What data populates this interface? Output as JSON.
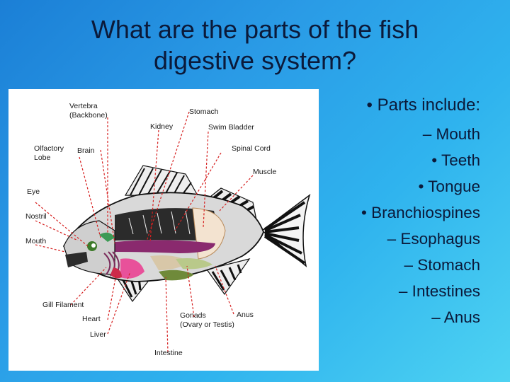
{
  "title": {
    "line1": "What are the parts of the fish",
    "line2": "digestive system?"
  },
  "bullets": {
    "heading": "• Parts include:",
    "items": [
      "– Mouth",
      "• Teeth",
      "• Tongue",
      "• Branchiospines",
      "– Esophagus",
      "– Stomach",
      "– Intestines",
      "– Anus"
    ]
  },
  "diagram": {
    "labels": {
      "vertebra": "Vertebra",
      "backbone": "(Backbone)",
      "stomach": "Stomach",
      "kidney": "Kidney",
      "swim_bladder": "Swim Bladder",
      "olfactory": "Olfactory",
      "lobe": "Lobe",
      "brain": "Brain",
      "spinal_cord": "Spinal Cord",
      "muscle": "Muscle",
      "eye": "Eye",
      "nostril": "Nostril",
      "mouth": "Mouth",
      "gill_filament": "Gill Filament",
      "heart": "Heart",
      "liver": "Liver",
      "gonads": "Gonads",
      "ovary_testis": "(Ovary or Testis)",
      "anus": "Anus",
      "intestine": "Intestine"
    }
  },
  "colors": {
    "background_start": "#1b7fd6",
    "background_end": "#4ed3f2",
    "leader_lines": "#d62020"
  }
}
